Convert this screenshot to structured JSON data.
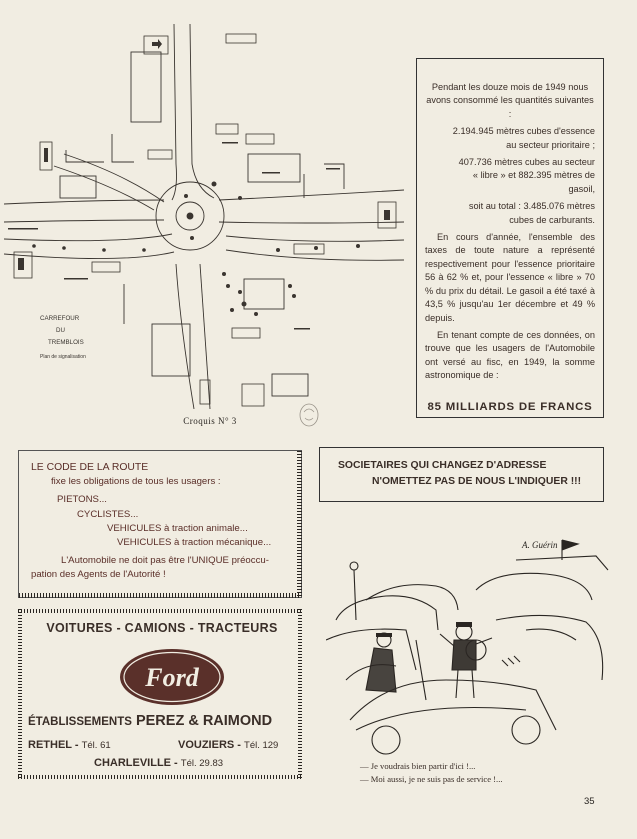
{
  "sketch": {
    "labels": {
      "carrefour": "CARREFOUR",
      "du": "DU",
      "tremblois": "TREMBLOIS",
      "plan": "Plan de signalisation"
    },
    "caption": "Croquis N° 3"
  },
  "stats": {
    "p1": "Pendant les douze mois de 1949 nous avons consommé les quantités suivantes :",
    "item1": "2.194.945 mètres cubes d'essence au secteur prioritaire ;",
    "item2": "407.736 mètres cubes au secteur « libre » et 882.395 mètres de gasoil,",
    "item3": "soit au total : 3.485.076 mètres cubes de carburants.",
    "p2": "En cours d'année, l'ensemble des taxes de toute nature a représenté respectivement pour l'essence prioritaire 56 à 62 % et, pour l'essence « libre » 70 % du prix du détail. Le gasoil a été taxé à 43,5 % jusqu'au 1er décembre et 49 % depuis.",
    "p3": "En tenant compte de ces données, on trouve que les usagers de l'Automobile ont versé au fisc, en 1949, la somme astronomique de :",
    "highlight": "85 MILLIARDS DE FRANCS"
  },
  "code_route": {
    "title": "LE CODE DE LA ROUTE",
    "subtitle": "fixe les obligations de tous les usagers :",
    "l1": "PIETONS...",
    "l2": "CYCLISTES...",
    "l3": "VEHICULES à traction animale...",
    "l4": "VEHICULES à traction mécanique...",
    "l5": "L'Automobile ne doit pas être l'UNIQUE préoccu-",
    "l6": "pation des Agents de l'Autorité !"
  },
  "societaires": {
    "line1": "SOCIETAIRES QUI CHANGEZ D'ADRESSE",
    "line2": "N'OMETTEZ PAS DE NOUS L'INDIQUER !!!"
  },
  "ad": {
    "headline": "VOITURES - CAMIONS - TRACTEURS",
    "brand": "Ford",
    "company_prefix": "ÉTABLISSEMENTS",
    "company_name": "PEREZ & RAIMOND",
    "rethel": "RETHEL -",
    "rethel_tel": "Tél. 61",
    "vouziers": "VOUZIERS -",
    "vouziers_tel": "Tél. 129",
    "charleville": "CHARLEVILLE -",
    "charleville_tel": "Tél. 29.83"
  },
  "cartoon": {
    "signature": "A. Guérin",
    "line1": "— Je voudrais bien partir d'ici !...",
    "line2": "— Moi aussi, je ne suis pas de service !..."
  },
  "page_number": "35"
}
